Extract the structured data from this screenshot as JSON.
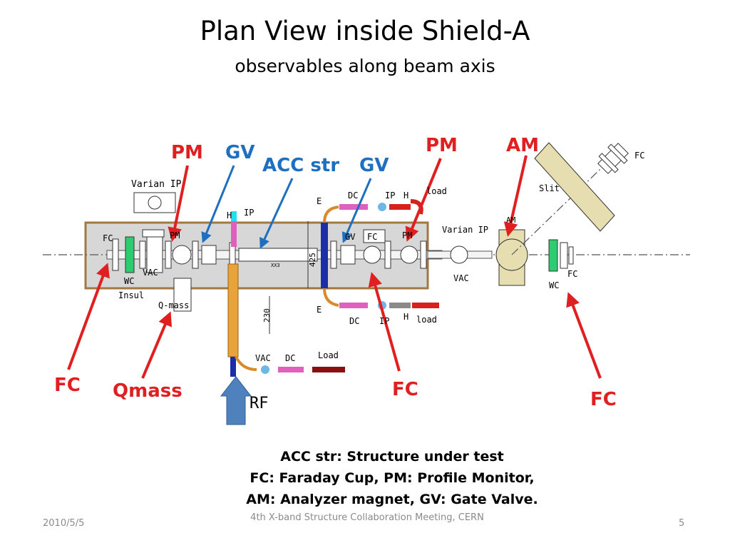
{
  "slide": {
    "title": "Plan View inside Shield-A",
    "subtitle": "observables along beam axis"
  },
  "callouts": {
    "pm_left": "PM",
    "gv_left": "GV",
    "acc_str": "ACC str",
    "gv_right": "GV",
    "pm_right": "PM",
    "am": "AM",
    "fc_1": "FC",
    "qmass": "Qmass",
    "fc_2": "FC",
    "fc_3": "FC",
    "rf": "RF"
  },
  "drawing_labels": {
    "varian_ip_top": "Varian IP",
    "fc_in": "FC",
    "pm_in_left": "PM",
    "vac_left": "VAC",
    "wc_left": "WC",
    "insul": "Insul",
    "q_mass": "Q-mass",
    "h_top": "H",
    "ip_top": "IP",
    "x_tag": "XX3",
    "dim_425": "425",
    "dim_230": "230",
    "e_top": "E",
    "dc_top": "DC",
    "ip_upper": "IP",
    "h_upper": "H",
    "load_upper": "load",
    "gv_in": "GV",
    "fc_right_box": "FC",
    "pm_in_right": "PM",
    "varian_ip_right": "Varian IP",
    "vac_right": "VAC",
    "slit": "Slit",
    "am_in": "AM",
    "fc_far": "FC",
    "fc_end": "FC",
    "wc_end": "WC",
    "e_bottom": "E",
    "dc_bottom": "DC",
    "ip_lower": "IP",
    "h_lower": "H",
    "load_lower": "load",
    "vac_rf": "VAC",
    "dc_rf": "DC",
    "load_rf": "Load"
  },
  "legend": {
    "line1": "ACC str: Structure under test",
    "line2": "FC: Faraday Cup,  PM: Profile Monitor,",
    "line3": "AM: Analyzer magnet, GV: Gate Valve."
  },
  "footer": {
    "date": "2010/5/5",
    "event": "4th X-band Structure Collaboration Meeting, CERN",
    "page": "5"
  },
  "colors": {
    "red_callout": "#e02020",
    "blue_callout": "#1f6fc0",
    "shield_fill": "#d7d7d7",
    "shield_border": "#a07840",
    "slit": "#e6ddb0",
    "rf_arrow": "#4f81bd"
  }
}
